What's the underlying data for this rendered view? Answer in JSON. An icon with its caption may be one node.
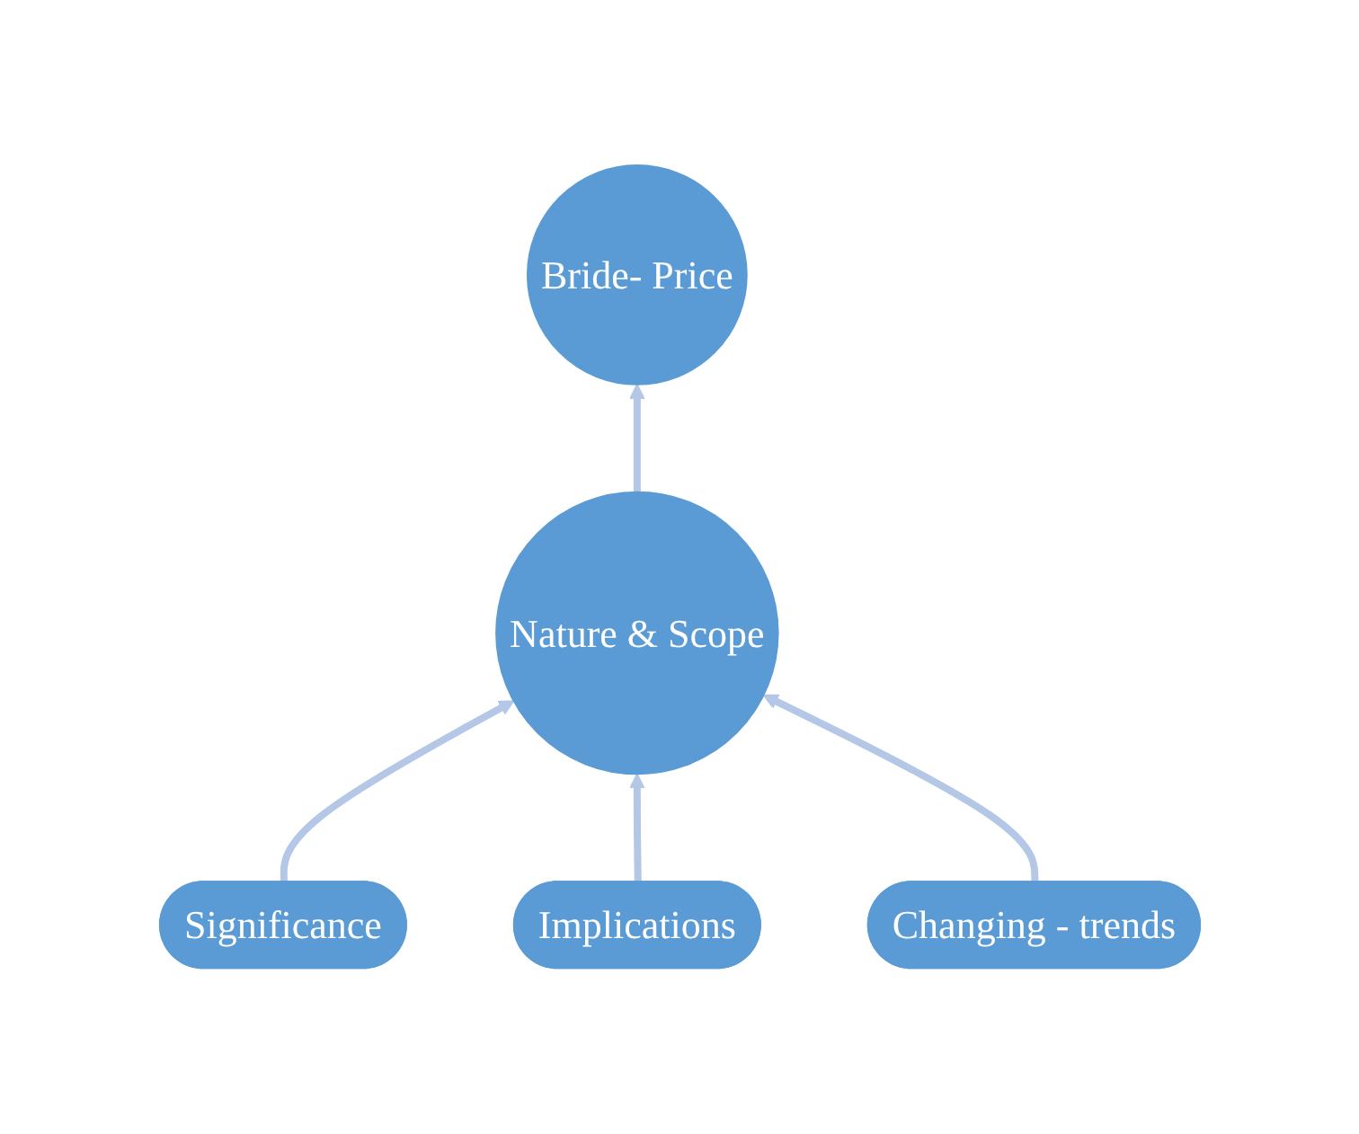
{
  "diagram": {
    "nodes": [
      {
        "text": [
          "Bride- Price"
        ]
      },
      {
        "text": [
          "Nature & Scope"
        ]
      },
      {
        "text": [
          "Significance"
        ]
      },
      {
        "text": [
          "Implications"
        ]
      },
      {
        "text": [
          "Changing - trends"
        ]
      }
    ],
    "edges": [
      {
        "from": 1,
        "to": 0,
        "arrow": "to",
        "color": "#b4c7e7"
      },
      {
        "from": 2,
        "to": 1,
        "arrow": "to",
        "color": "#b4c7e7"
      },
      {
        "from": 3,
        "to": 1,
        "arrow": "to",
        "color": "#b4c7e7"
      },
      {
        "from": 4,
        "to": 1,
        "arrow": "to",
        "color": "#b4c7e7"
      }
    ]
  }
}
